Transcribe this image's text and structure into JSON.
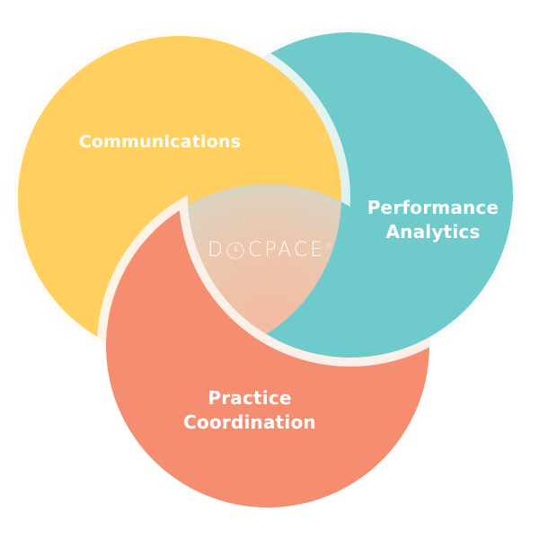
{
  "diagram": {
    "type": "three-circle-venn",
    "center_logo": {
      "text_before": "D",
      "icon": "clock-icon",
      "text_after": "CPACE",
      "mark": "®"
    },
    "circles": [
      {
        "id": "communications",
        "lines": [
          "Communications"
        ],
        "color": "#FFD05F"
      },
      {
        "id": "performance-analytics",
        "lines": [
          "Performance",
          "Analytics"
        ],
        "color": "#6FCACB"
      },
      {
        "id": "practice-coordination",
        "lines": [
          "Practice",
          "Coordination"
        ],
        "color": "#F58E70"
      }
    ],
    "colors": {
      "background": "#FFFFFF",
      "label_text": "#FFFFFF",
      "halo": "#FBF1E6",
      "center_gradient_top": "#DCD6C4",
      "center_gradient_bottom": "#F5C4AE"
    }
  }
}
